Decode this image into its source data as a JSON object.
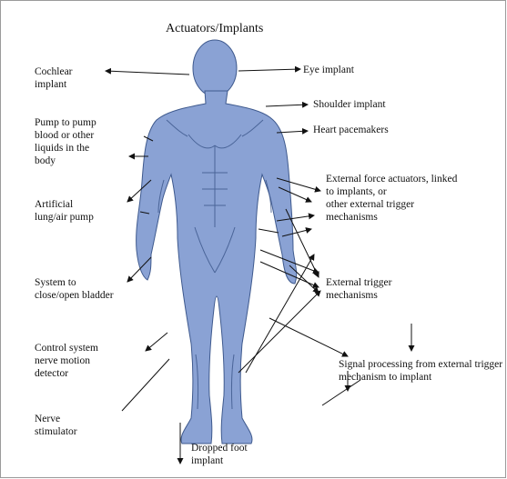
{
  "title": "Actuators/Implants",
  "labels": {
    "cochlear": "Cochlear\nimplant",
    "pump": "Pump to pump\nblood or other\nliquids in the\nbody",
    "lung": "Artificial\nlung/air pump",
    "bladder": "System to\nclose/open bladder",
    "control": "Control system\nnerve motion\ndetector",
    "nerve": "Nerve\nstimulator",
    "foot": "Dropped foot\nimplant",
    "eye": "Eye implant",
    "shoulder": "Shoulder implant",
    "heart": "Heart pacemakers",
    "external_force": "External force actuators, linked\nto implants, or\nother external trigger\nmechanisms",
    "external_trigger": "External trigger\nmechanisms",
    "signal": "Signal processing from external trigger\nmechanism to implant"
  },
  "colors": {
    "body_fill": "#8aa2d4",
    "body_stroke": "#3f5a8e",
    "arrow": "#111111",
    "border": "#9a9a9a"
  }
}
